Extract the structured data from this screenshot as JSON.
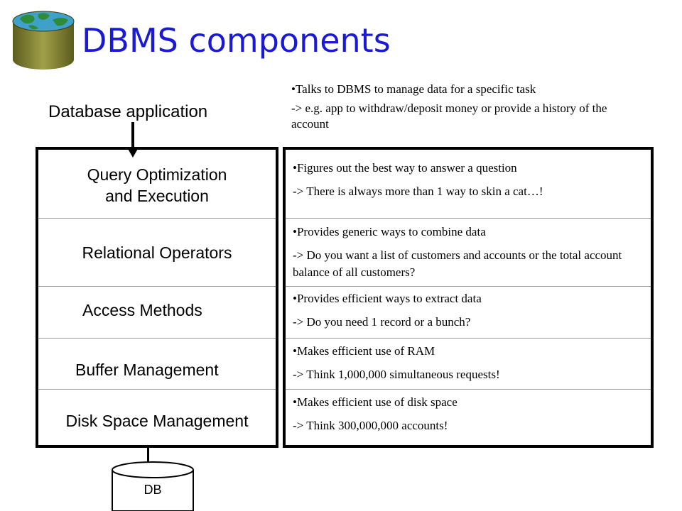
{
  "title": "DBMS components",
  "app_label": "Database application",
  "top_note": {
    "line1": "•Talks to DBMS to manage data for a specific task",
    "line2": "-> e.g. app to withdraw/deposit money or provide a history of the account"
  },
  "layers": [
    {
      "label_line1": "Query Optimization",
      "label_line2": "and Execution",
      "desc1": "•Figures out the best way to answer a question",
      "desc2": "-> There is always more than 1 way to skin a cat…!"
    },
    {
      "label_line1": "Relational Operators",
      "label_line2": "",
      "desc1": "•Provides generic ways to combine data",
      "desc2": "-> Do you want a list of customers and accounts or the total account balance of all customers?"
    },
    {
      "label_line1": "Access Methods",
      "label_line2": "",
      "desc1": "•Provides efficient ways to extract data",
      "desc2": "-> Do you need 1 record or a bunch?"
    },
    {
      "label_line1": "Buffer Management",
      "label_line2": "",
      "desc1": "•Makes efficient use of RAM",
      "desc2": "-> Think 1,000,000 simultaneous requests!"
    },
    {
      "label_line1": "Disk Space Management",
      "label_line2": "",
      "desc1": "•Makes efficient use of disk space",
      "desc2": "-> Think 300,000,000 accounts!"
    }
  ],
  "db_label": "DB",
  "colors": {
    "title": "#1a1ad6",
    "globe_land": "#2e8b3a",
    "globe_ocean": "#3fa0c8",
    "cylinder_body": "#8a8a3a"
  }
}
